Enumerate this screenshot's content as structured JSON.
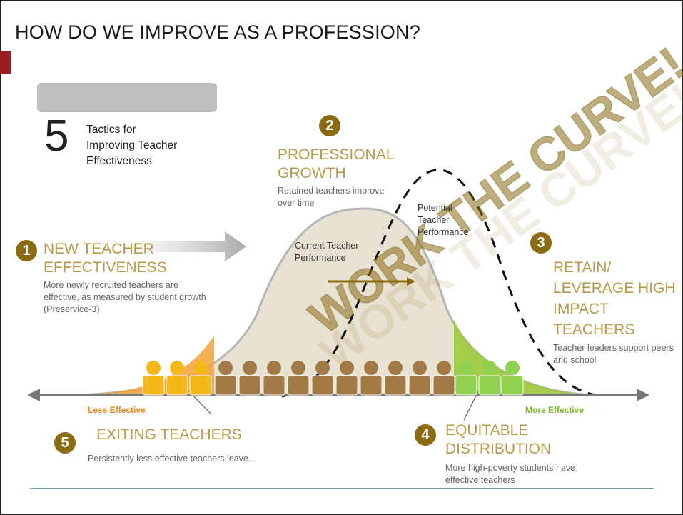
{
  "title": "HOW DO WE IMPROVE AS A PROFESSION?",
  "intro": {
    "number": "5",
    "text": "Tactics for Improving Teacher Effectiveness"
  },
  "tactics": [
    {
      "num": "1",
      "heading": "NEW TEACHER EFFECTIVENESS",
      "desc": "More newly recruited teachers are effective, as measured by student growth (Preservice-3)"
    },
    {
      "num": "2",
      "heading": "PROFESSIONAL GROWTH",
      "desc": "Retained teachers improve over time"
    },
    {
      "num": "3",
      "heading": "RETAIN/ LEVERAGE HIGH IMPACT TEACHERS",
      "desc": "Teacher leaders support peers and school"
    },
    {
      "num": "4",
      "heading": "EQUITABLE DISTRIBUTION",
      "desc": "More high-poverty students have effective teachers"
    },
    {
      "num": "5",
      "heading": "EXITING TEACHERS",
      "desc": "Persistently less effective teachers leave…"
    }
  ],
  "curve_labels": {
    "current": "Current Teacher Performance",
    "potential": "Potential Teacher Performance"
  },
  "axis": {
    "less": "Less Effective",
    "more": "More Effective"
  },
  "stamp": "WORK THE CURVE!",
  "colors": {
    "accent": "#9b1c25",
    "circle": "#8a6b12",
    "heading": "#b89a4a",
    "less_effective": "#e98a1c",
    "more_effective": "#7cbb2a",
    "curve_fill": "#e8e2d2",
    "stamp": "#8a6b12"
  }
}
